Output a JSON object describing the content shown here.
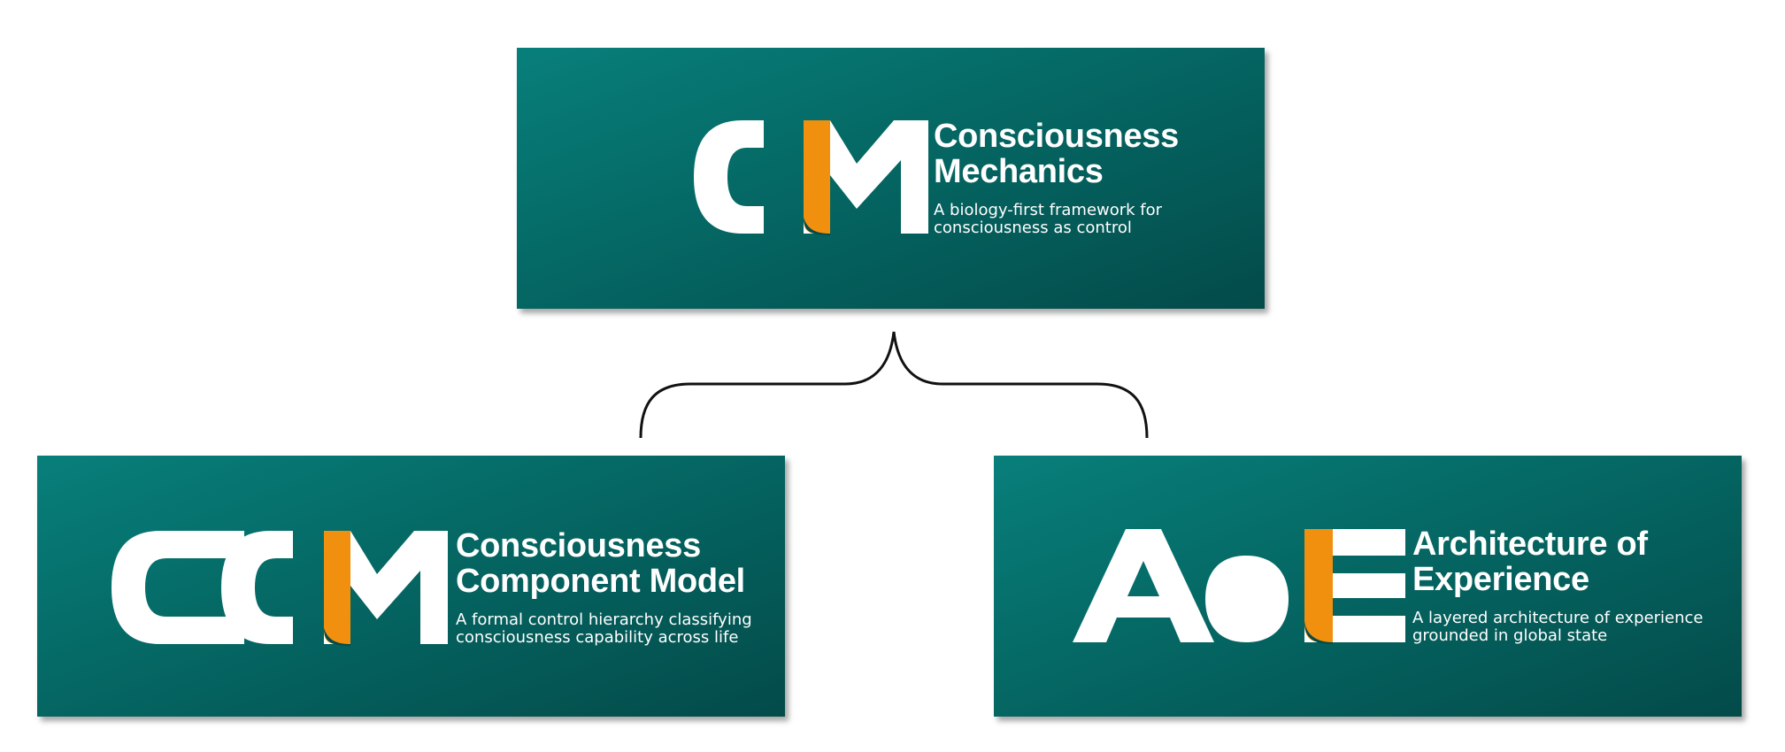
{
  "colors": {
    "teal_light": "#087f7b",
    "teal_dark": "#034b4a",
    "accent_orange": "#f0900e",
    "white": "#ffffff"
  },
  "cards": {
    "cm": {
      "logo_text": "CM",
      "title_line1": "Consciousness",
      "title_line2": "Mechanics",
      "desc_line1": "A biology-first framework for",
      "desc_line2": "consciousness as control"
    },
    "ccm": {
      "logo_text": "CCM",
      "title_line1": "Consciousness",
      "title_line2": "Component Model",
      "desc_line1": "A formal control hierarchy classifying",
      "desc_line2": "consciousness capability across life"
    },
    "aoe": {
      "logo_text": "AoE",
      "title_line1": "Architecture of",
      "title_line2": "Experience",
      "desc_line1": "A layered architecture of experience",
      "desc_line2": "grounded in global state"
    }
  }
}
